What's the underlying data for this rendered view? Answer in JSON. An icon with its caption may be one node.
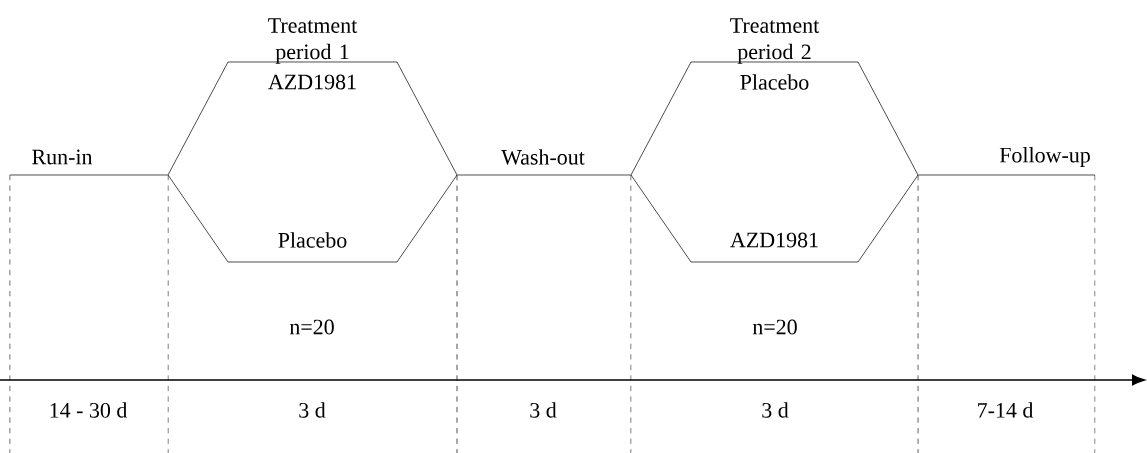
{
  "diagram": {
    "nodes": [
      {
        "text": [
          "Treatment period 1",
          "AZD1981",
          "Placebo"
        ]
      },
      {
        "text": [
          "Treatment period 2",
          "Placebo",
          "AZD1981"
        ]
      }
    ],
    "edges": [
      {
        "from": null,
        "to": 0,
        "arrow": "none",
        "label": "Run-in"
      },
      {
        "from": 0,
        "to": 1,
        "arrow": "none",
        "label": "Wash-out"
      },
      {
        "from": 1,
        "to": null,
        "arrow": "none",
        "label": "Follow-up"
      }
    ],
    "labels": [
      "n=20",
      "n=20",
      "14 - 30 d",
      "3 d",
      "3 d",
      "3 d",
      "7-14 d"
    ]
  }
}
